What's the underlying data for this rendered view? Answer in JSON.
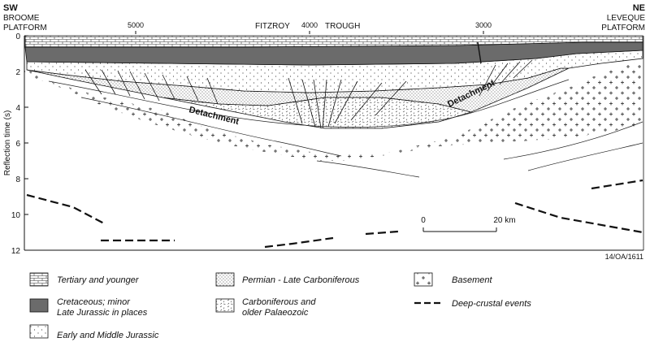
{
  "header": {
    "left_dir": "SW",
    "left_name_1": "BROOME",
    "left_name_2": "PLATFORM",
    "center_name_a": "FITZROY",
    "center_name_b": "TROUGH",
    "right_dir": "NE",
    "right_name_1": "LEVEQUE",
    "right_name_2": "PLATFORM",
    "shot_points": [
      "5000",
      "4000",
      "3000"
    ]
  },
  "axis": {
    "label": "Reflection time (s)",
    "ticks": [
      "0",
      "2",
      "4",
      "6",
      "8",
      "10",
      "12"
    ]
  },
  "annotations": {
    "detachment_left": "Detachment",
    "detachment_right": "Detachment",
    "scale_start": "0",
    "scale_end": "20 km",
    "figure_id": "14/OA/1611"
  },
  "legend": [
    {
      "id": "tertiary",
      "label": "Tertiary and younger",
      "pattern": "brick"
    },
    {
      "id": "cretaceous",
      "label_1": "Cretaceous; minor",
      "label_2": "Late Jurassic in places",
      "pattern": "solid-grey",
      "color": "#6b6b6b"
    },
    {
      "id": "jurassic",
      "label": "Early and Middle Jurassic",
      "pattern": "sparse-dots"
    },
    {
      "id": "permian",
      "label": "Permian - Late Carboniferous",
      "pattern": "dense-dots"
    },
    {
      "id": "carboniferous",
      "label_1": "Carboniferous and",
      "label_2": "older Palaeozoic",
      "pattern": "dashes"
    },
    {
      "id": "basement",
      "label": "Basement",
      "pattern": "crosses"
    },
    {
      "id": "deep-crustal",
      "label": "Deep-crustal events",
      "pattern": "dashed-line"
    }
  ]
}
